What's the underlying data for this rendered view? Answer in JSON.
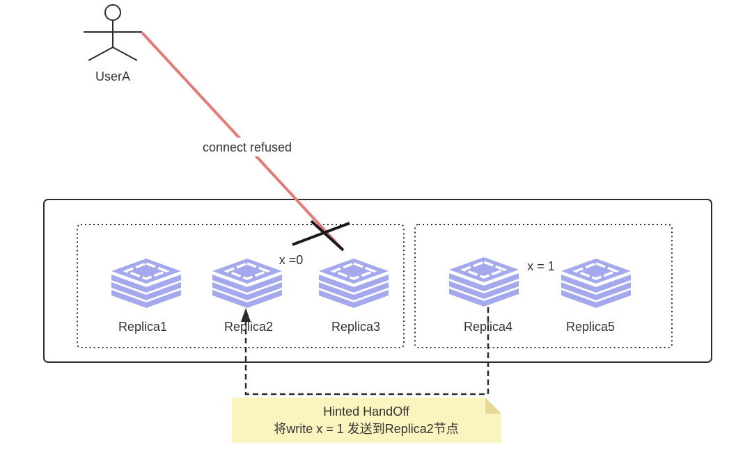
{
  "actor": {
    "label": "UserA"
  },
  "request": {
    "label": "connect refused",
    "color": "#e07b78"
  },
  "cluster": {
    "groups": [
      {
        "value_label": "x =0",
        "replicas": [
          "Replica1",
          "Replica2",
          "Replica3"
        ]
      },
      {
        "value_label": "x = 1",
        "replicas": [
          "Replica4",
          "Replica5"
        ]
      }
    ]
  },
  "note": {
    "title": "Hinted HandOff",
    "text": "将write x = 1 发送到Replica2节点",
    "color": "#fcf4bf"
  },
  "icons": {
    "actor": "user-stick-figure-icon",
    "replica": "redis-database-icon",
    "failure": "cross-icon",
    "handoff": "arrow-up-icon"
  },
  "colors": {
    "replica_icon": "#a4a9ee",
    "outline": "#222222",
    "connection": "#e07b78",
    "note_fill": "#fcf4bf"
  }
}
